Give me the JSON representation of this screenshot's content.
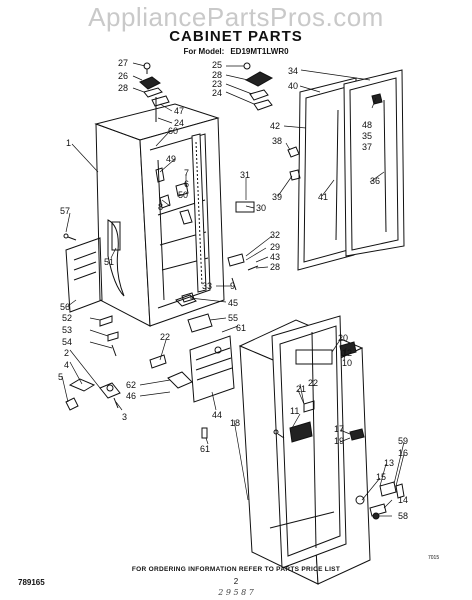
{
  "watermark": "AppliancePartsPros.com",
  "title": "CABINET PARTS",
  "model_label": "For Model:",
  "model_number": "ED19MT1LWR0",
  "callouts": [
    {
      "id": "c27",
      "text": "27"
    },
    {
      "id": "c26",
      "text": "26"
    },
    {
      "id": "c28a",
      "text": "28"
    },
    {
      "id": "c47",
      "text": "47"
    },
    {
      "id": "c24a",
      "text": "24"
    },
    {
      "id": "c60",
      "text": "60"
    },
    {
      "id": "c1",
      "text": "1"
    },
    {
      "id": "c49",
      "text": "49"
    },
    {
      "id": "c7",
      "text": "7"
    },
    {
      "id": "c6",
      "text": "6"
    },
    {
      "id": "c50",
      "text": "50"
    },
    {
      "id": "c8",
      "text": "8"
    },
    {
      "id": "c57",
      "text": "57"
    },
    {
      "id": "c51",
      "text": "51"
    },
    {
      "id": "c56",
      "text": "56"
    },
    {
      "id": "c52",
      "text": "52"
    },
    {
      "id": "c53",
      "text": "53"
    },
    {
      "id": "c54",
      "text": "54"
    },
    {
      "id": "c2",
      "text": "2"
    },
    {
      "id": "c4",
      "text": "4"
    },
    {
      "id": "c5",
      "text": "5"
    },
    {
      "id": "c3",
      "text": "3"
    },
    {
      "id": "c25",
      "text": "25"
    },
    {
      "id": "c28b",
      "text": "28"
    },
    {
      "id": "c23",
      "text": "23"
    },
    {
      "id": "c24b",
      "text": "24"
    },
    {
      "id": "c34",
      "text": "34"
    },
    {
      "id": "c40",
      "text": "40"
    },
    {
      "id": "c42",
      "text": "42"
    },
    {
      "id": "c38",
      "text": "38"
    },
    {
      "id": "c48",
      "text": "48"
    },
    {
      "id": "c35",
      "text": "35"
    },
    {
      "id": "c37",
      "text": "37"
    },
    {
      "id": "c31",
      "text": "31"
    },
    {
      "id": "c39",
      "text": "39"
    },
    {
      "id": "c30",
      "text": "30"
    },
    {
      "id": "c41",
      "text": "41"
    },
    {
      "id": "c36",
      "text": "36"
    },
    {
      "id": "c32",
      "text": "32"
    },
    {
      "id": "c29",
      "text": "29"
    },
    {
      "id": "c43",
      "text": "43"
    },
    {
      "id": "c28c",
      "text": "28"
    },
    {
      "id": "c33",
      "text": "33"
    },
    {
      "id": "c9",
      "text": "9"
    },
    {
      "id": "c45",
      "text": "45"
    },
    {
      "id": "c55",
      "text": "55"
    },
    {
      "id": "c61a",
      "text": "61"
    },
    {
      "id": "c22a",
      "text": "22"
    },
    {
      "id": "c62",
      "text": "62"
    },
    {
      "id": "c46",
      "text": "46"
    },
    {
      "id": "c44",
      "text": "44"
    },
    {
      "id": "c61b",
      "text": "61"
    },
    {
      "id": "c18",
      "text": "18"
    },
    {
      "id": "c20",
      "text": "20"
    },
    {
      "id": "c12",
      "text": "12"
    },
    {
      "id": "c10",
      "text": "10"
    },
    {
      "id": "c21",
      "text": "21"
    },
    {
      "id": "c22b",
      "text": "22"
    },
    {
      "id": "c11",
      "text": "11"
    },
    {
      "id": "c17",
      "text": "17"
    },
    {
      "id": "c19",
      "text": "19"
    },
    {
      "id": "c59",
      "text": "59"
    },
    {
      "id": "c16",
      "text": "16"
    },
    {
      "id": "c13",
      "text": "13"
    },
    {
      "id": "c15",
      "text": "15"
    },
    {
      "id": "c14",
      "text": "14"
    },
    {
      "id": "c58",
      "text": "58"
    }
  ],
  "footer": {
    "code": "789165",
    "order_note": "FOR ORDERING INFORMATION REFER TO PARTS PRICE LIST",
    "page": "2",
    "handwritten": "2 9 5   8 7",
    "small_code": "7015"
  }
}
